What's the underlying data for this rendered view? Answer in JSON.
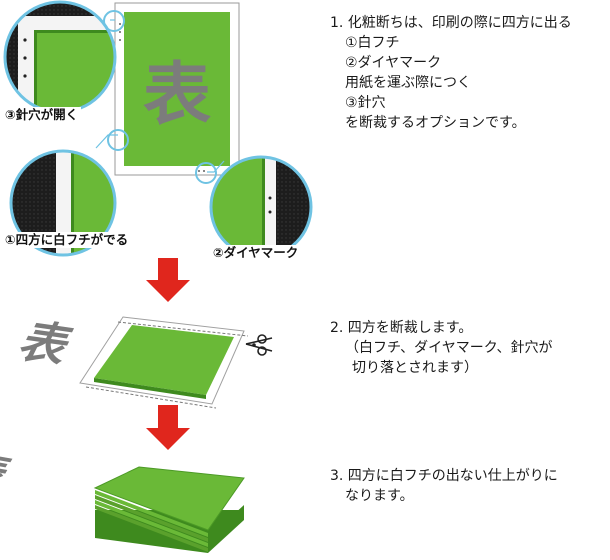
{
  "colors": {
    "sheet_green": "#6ab937",
    "sheet_green_dark": "#3e8a1e",
    "kanji_gray": "#7c7c7c",
    "callout_ring": "#6fc3e3",
    "arrow_red": "#e0261d",
    "black_bg": "#1d1d1d"
  },
  "icons": [
    "scissors-icon",
    "down-arrow-icon"
  ],
  "sheet": {
    "label": "表"
  },
  "badges": {
    "pin_holes": "③針穴が開く",
    "white_border": "①四方に白フチがでる",
    "diamond_mark": "②ダイヤマーク"
  },
  "steps": [
    {
      "lines": [
        "1. 化粧断ちは、印刷の際に四方に出る",
        "①白フチ",
        "②ダイヤマーク",
        "用紙を運ぶ際につく",
        "③針穴",
        "を断裁するオプションです。"
      ]
    },
    {
      "lines": [
        "2. 四方を断裁します。",
        "（白フチ、ダイヤマーク、針穴が",
        "切り落とされます）"
      ]
    },
    {
      "lines": [
        "3. 四方に白フチの出ない仕上がりに",
        "なります。"
      ]
    }
  ]
}
